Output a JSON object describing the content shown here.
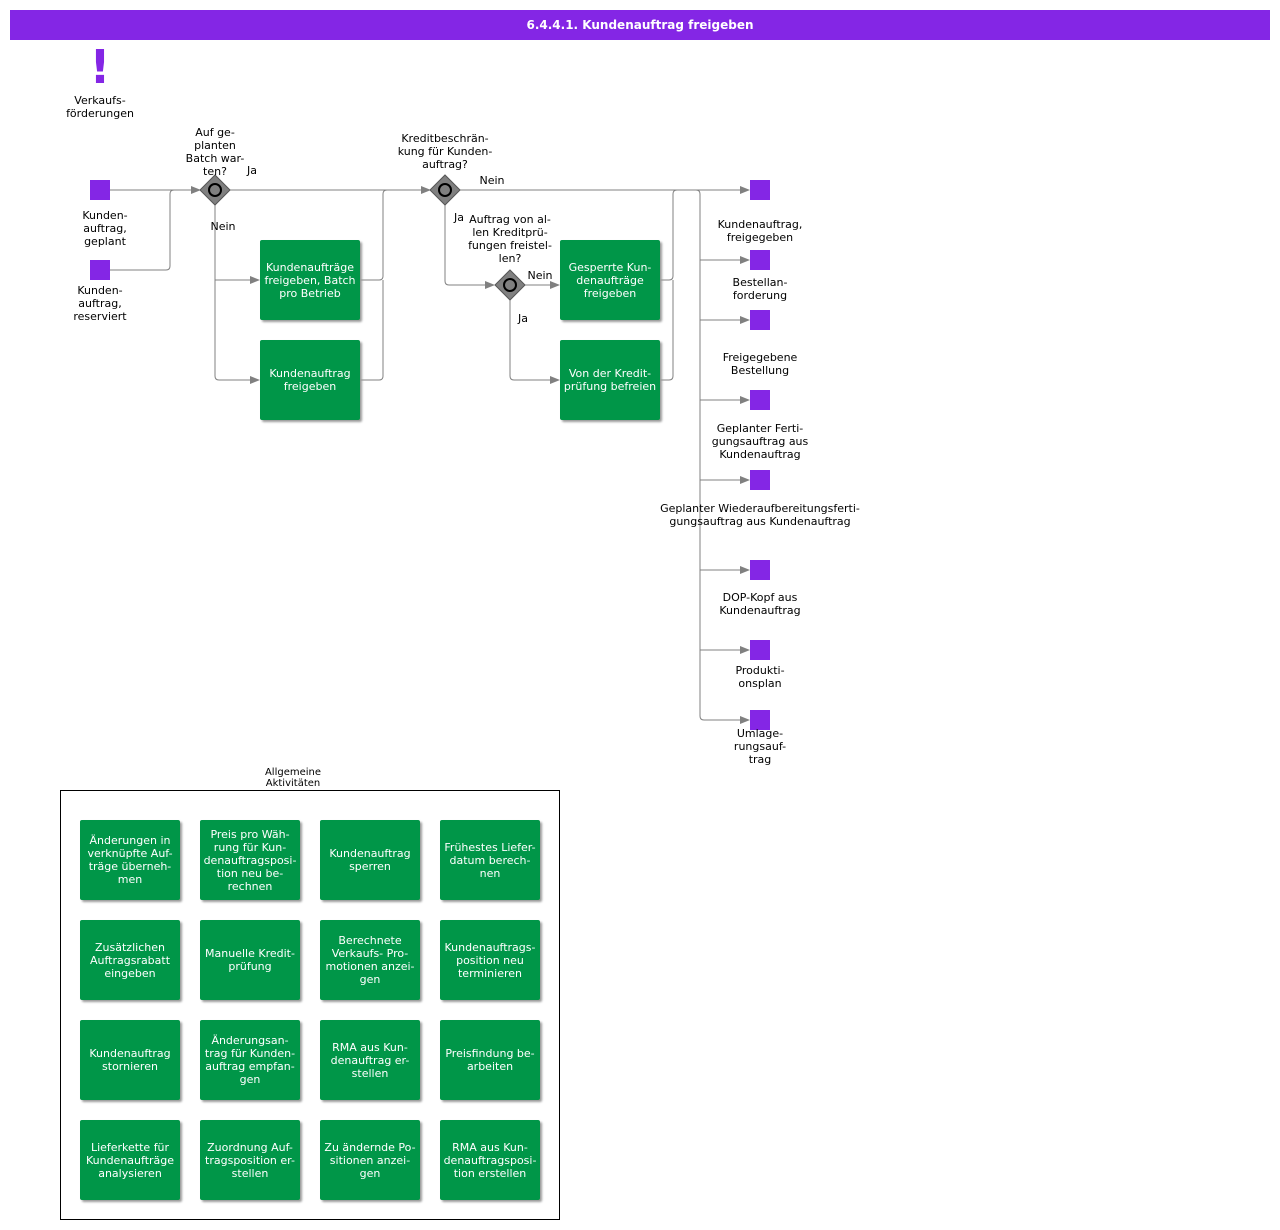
{
  "title": "6.4.4.1. Kundenauftrag freigeben",
  "colors": {
    "accent": "#8426e5",
    "task": "#009648",
    "gateway": "#808080",
    "edge": "#808080"
  },
  "icons": {
    "alert": "exclamation-icon",
    "gateway": "event-gateway-icon"
  },
  "alert": {
    "mark": "!",
    "label": "Verkaufs-\nförderungen"
  },
  "inputs": [
    {
      "id": "kundenauftrag-geplant",
      "label": "Kunden-\nauftrag,\ngeplant"
    },
    {
      "id": "kundenauftrag-reserviert",
      "label": "Kunden-\nauftrag,\nreserviert"
    }
  ],
  "gateways": [
    {
      "id": "auf-geplanten-batch",
      "label": "Auf ge-\nplanten\nBatch war-\nten?"
    },
    {
      "id": "kreditbeschraenkung",
      "label": "Kreditbeschrän-\nkung für Kunden-\nauftrag?"
    },
    {
      "id": "kreditpruefungen-freistellen",
      "label": "Auftrag von  al-\nlen  Kreditprü-\nfungen  freistel-\nlen?"
    }
  ],
  "edge_labels": [
    {
      "id": "gw1-ja",
      "text": "Ja"
    },
    {
      "id": "gw1-nein",
      "text": "Nein"
    },
    {
      "id": "gw2-nein",
      "text": "Nein"
    },
    {
      "id": "gw2-ja",
      "text": "Ja"
    },
    {
      "id": "gw3-nein",
      "text": "Nein"
    },
    {
      "id": "gw3-ja",
      "text": "Ja"
    }
  ],
  "tasks": [
    {
      "id": "batch-freigeben",
      "label": "Kundenaufträge\nfreigeben, Batch\npro Betrieb"
    },
    {
      "id": "kundenauftrag-freigeben",
      "label": "Kundenauftrag\nfreigeben"
    },
    {
      "id": "gesperrte-freigeben",
      "label": "Gesperrte Kun-\ndenaufträge\nfreigeben"
    },
    {
      "id": "kreditpruefung-befreien",
      "label": "Von der Kredit-\nprüfung befreien"
    }
  ],
  "outputs": [
    {
      "id": "kundenauftrag-freigegeben",
      "label": "Kundenauftrag,\nfreigegeben"
    },
    {
      "id": "bestellanforderung",
      "label": "Bestellan-\nforderung"
    },
    {
      "id": "freigegebene-bestellung",
      "label": "Freigegebene\nBestellung"
    },
    {
      "id": "geplanter-fertigungsauftrag",
      "label": "Geplanter Ferti-\ngungsauftrag aus\nKundenauftrag"
    },
    {
      "id": "geplanter-wiederaufbereitung",
      "label": "Geplanter    Wiederaufbereitungsferti-\ngungsauftrag    aus Kundenauftrag"
    },
    {
      "id": "dop-kopf",
      "label": "DOP-Kopf aus\nKundenauftrag"
    },
    {
      "id": "produktionsplan",
      "label": "Produkti-\nonsplan"
    },
    {
      "id": "umlagerungsauftrag",
      "label": "Umlage-\nrungsauf-\ntrag"
    }
  ],
  "general_activities": {
    "label": "Allgemeine\nAktivitäten",
    "items": [
      "Änderungen in\nverknüpfte Auf-\nträge überneh-\nmen",
      "Preis pro Wäh-\nrung  für  Kun-\ndenauftragsposi-\ntion    neu be-\nrechnen",
      "Kundenauftrag\nsperren",
      "Frühestes Liefer-\ndatum berech-\nnen",
      "Zusätzlichen\nAuftragsrabatt\neingeben",
      "Manuelle Kredit-\nprüfung",
      "Berechnete\nVerkaufs- Pro-\nmotionen  anzei-\ngen",
      "Kundenauftrags-\nposition     neu\nterminieren",
      "Kundenauftrag\nstornieren",
      "Änderungsan-\ntrag für Kunden-\nauftrag empfan-\ngen",
      "RMA aus Kun-\ndenauftrag er-\nstellen",
      "Preisfindung be-\narbeiten",
      "Lieferkette für\nKundenaufträge\nanalysieren",
      "Zuordnung Auf-\ntragsposition er-\nstellen",
      "Zu ändernde Po-\nsitionen anzei-\ngen",
      "RMA aus    Kun-\ndenauftragsposi-\ntion    erstellen"
    ]
  }
}
